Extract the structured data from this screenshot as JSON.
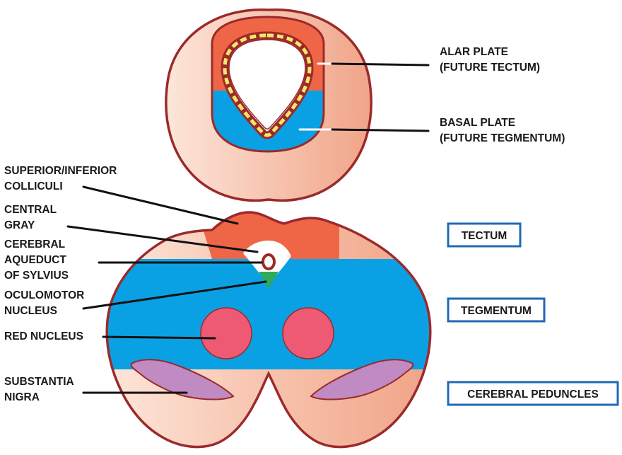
{
  "colors": {
    "outline": "#9b2a2a",
    "skin": "#f9c8b4",
    "skin_dark": "#f2a58a",
    "alar": "#ef6647",
    "basal": "#0aa1e4",
    "dots": "#f6e76a",
    "red_nucleus": "#ee5a74",
    "nigra": "#c08ac3",
    "oculomotor": "#2eaa5a",
    "box": "#1f6ab4"
  },
  "top_labels": {
    "alar_line1": "ALAR PLATE",
    "alar_line2": "(FUTURE TECTUM)",
    "basal_line1": "BASAL PLATE",
    "basal_line2": "(FUTURE TEGMENTUM)"
  },
  "left_labels": {
    "colliculi_line1": "SUPERIOR/INFERIOR",
    "colliculi_line2": "COLLICULI",
    "central_gray_line1": "CENTRAL",
    "central_gray_line2": "GRAY",
    "aqueduct_line1": "CEREBRAL",
    "aqueduct_line2": "AQUEDUCT",
    "aqueduct_line3": "OF SYLVIUS",
    "oculomotor_line1": "OCULOMOTOR",
    "oculomotor_line2": "NUCLEUS",
    "red_nucleus": "RED NUCLEUS",
    "nigra_line1": "SUBSTANTIA",
    "nigra_line2": "NIGRA"
  },
  "region_boxes": {
    "tectum": "TECTUM",
    "tegmentum": "TEGMENTUM",
    "peduncles": "CEREBRAL PEDUNCLES"
  }
}
